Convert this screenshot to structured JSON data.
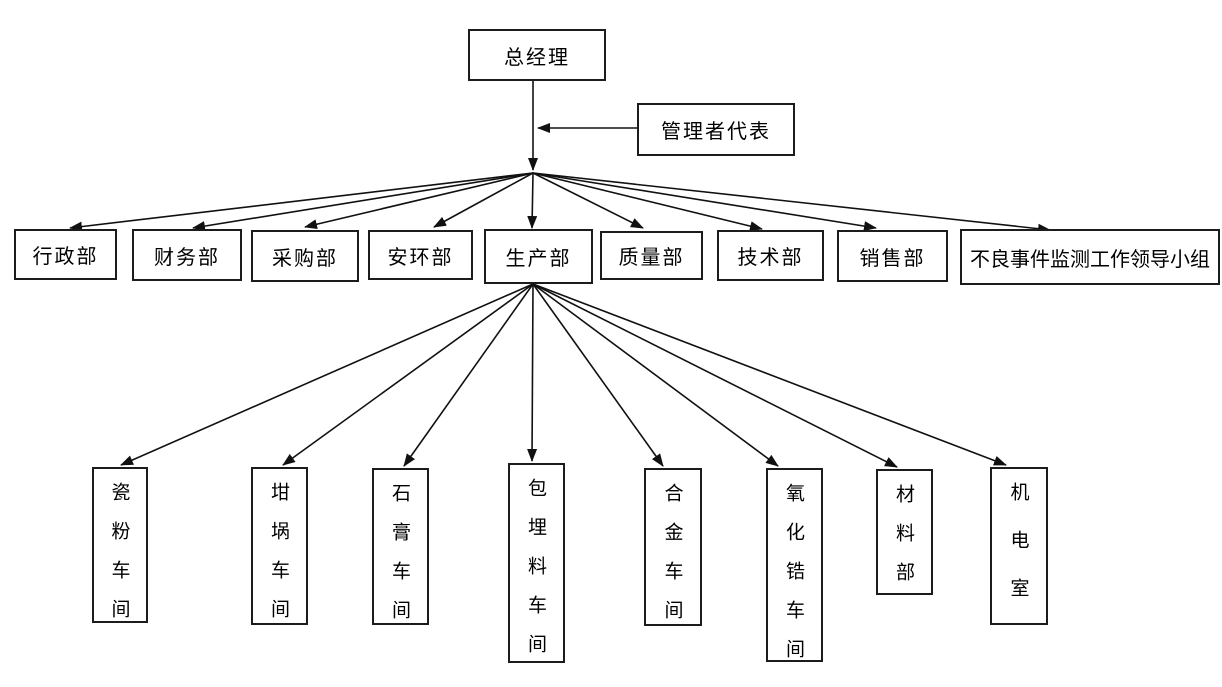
{
  "org_chart": {
    "title_hint": "company organization chart",
    "general_manager": {
      "label": "总经理"
    },
    "management_representative": {
      "label": "管理者代表"
    },
    "departments": [
      {
        "label": "行政部"
      },
      {
        "label": "财务部"
      },
      {
        "label": "采购部"
      },
      {
        "label": "安环部"
      },
      {
        "label": "生产部"
      },
      {
        "label": "质量部"
      },
      {
        "label": "技术部"
      },
      {
        "label": "销售部"
      },
      {
        "label": "不良事件监测工作领导小组"
      }
    ],
    "production_units": [
      {
        "label": "瓷粉车间"
      },
      {
        "label": "坩埚车间"
      },
      {
        "label": "石膏车间"
      },
      {
        "label": "包埋料车间"
      },
      {
        "label": "合金车间"
      },
      {
        "label": "氧化锆车间"
      },
      {
        "label": "材料部"
      },
      {
        "label": "机电室"
      }
    ],
    "edges": {
      "root_to_fan": "总经理 → all departments",
      "representative_to_root_line": "管理者代表 → 总经理 line",
      "production_to_units": "生产部 → all workshops"
    },
    "colors": {
      "background": "#ffffff",
      "line": "#111111",
      "box_border": "#1c1c1c",
      "text": "#000000"
    }
  }
}
